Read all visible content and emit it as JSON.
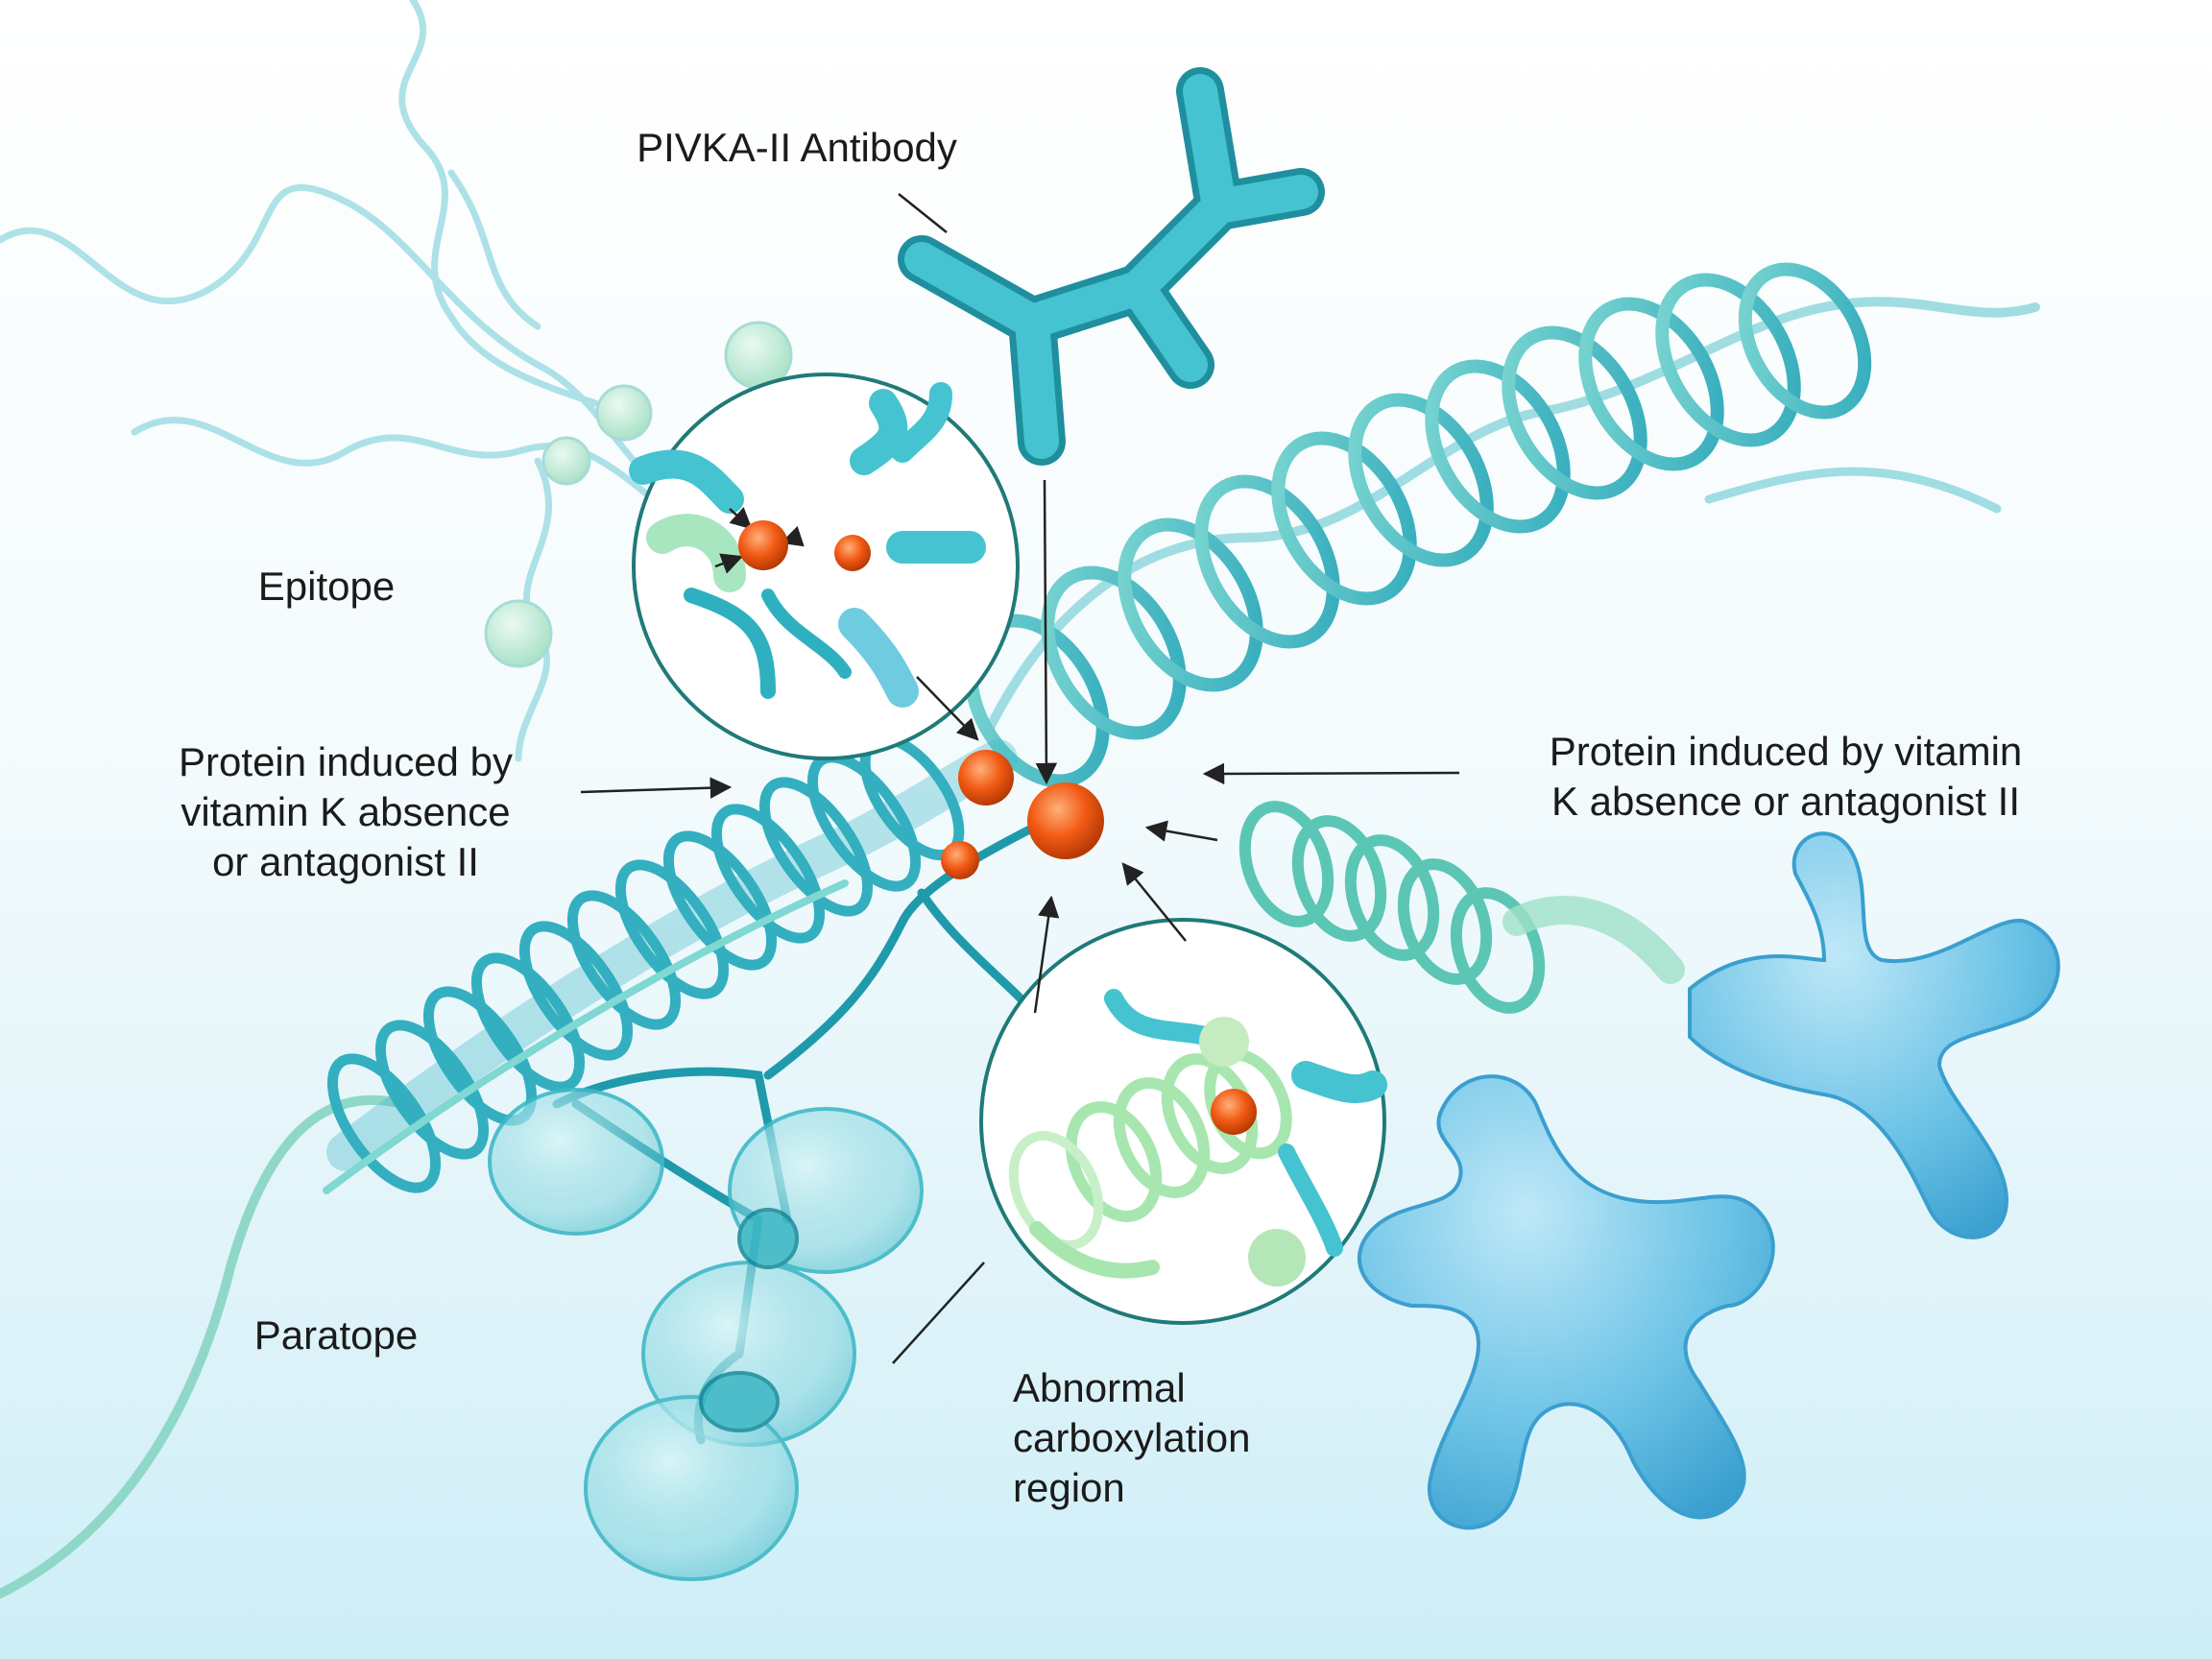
{
  "labels": {
    "antibody": "PIVKA-II Antibody",
    "epitope": "Epitope",
    "protein_left_line1": "Protein induced by",
    "protein_left_line2": "vitamin K absence",
    "protein_left_line3": "or antagonist II",
    "protein_right_line1": "Protein induced by vitamin",
    "protein_right_line2": "K absence or antagonist II",
    "paratope": "Paratope",
    "abnormal_line1": "Abnormal",
    "abnormal_line2": "carboxylation",
    "abnormal_line3": "region"
  },
  "colors": {
    "teal": "#3fb8c6",
    "teal_dark": "#1f8f9e",
    "teal_light": "#9fdde3",
    "mint": "#bfe9cf",
    "blue_blob": "#6cc3e6",
    "orange": "#f25a14",
    "line": "#222222"
  }
}
